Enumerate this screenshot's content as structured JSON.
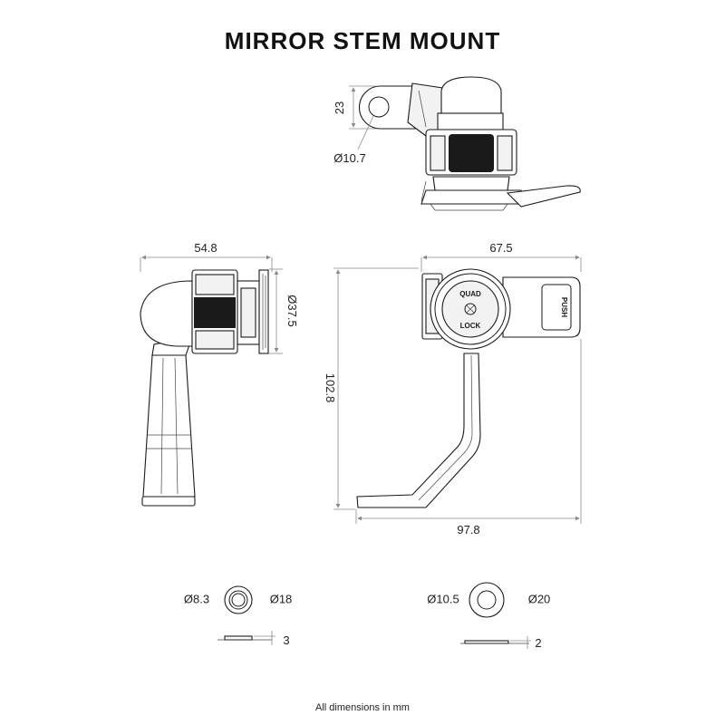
{
  "title": "MIRROR STEM MOUNT",
  "footer": "All dimensions in mm",
  "logo": {
    "top": "QUAD",
    "bottom": "LOCK"
  },
  "push_label": "PUSH",
  "dimensions": {
    "top_height": "23",
    "top_hole": "Ø10.7",
    "side_width": "54.8",
    "side_diameter": "Ø37.5",
    "front_width": "67.5",
    "front_height": "102.8",
    "base_width": "97.8",
    "washer1_inner": "Ø8.3",
    "washer1_outer": "Ø18",
    "washer1_thickness": "3",
    "washer2_inner": "Ø10.5",
    "washer2_outer": "Ø20",
    "washer2_thickness": "2"
  }
}
